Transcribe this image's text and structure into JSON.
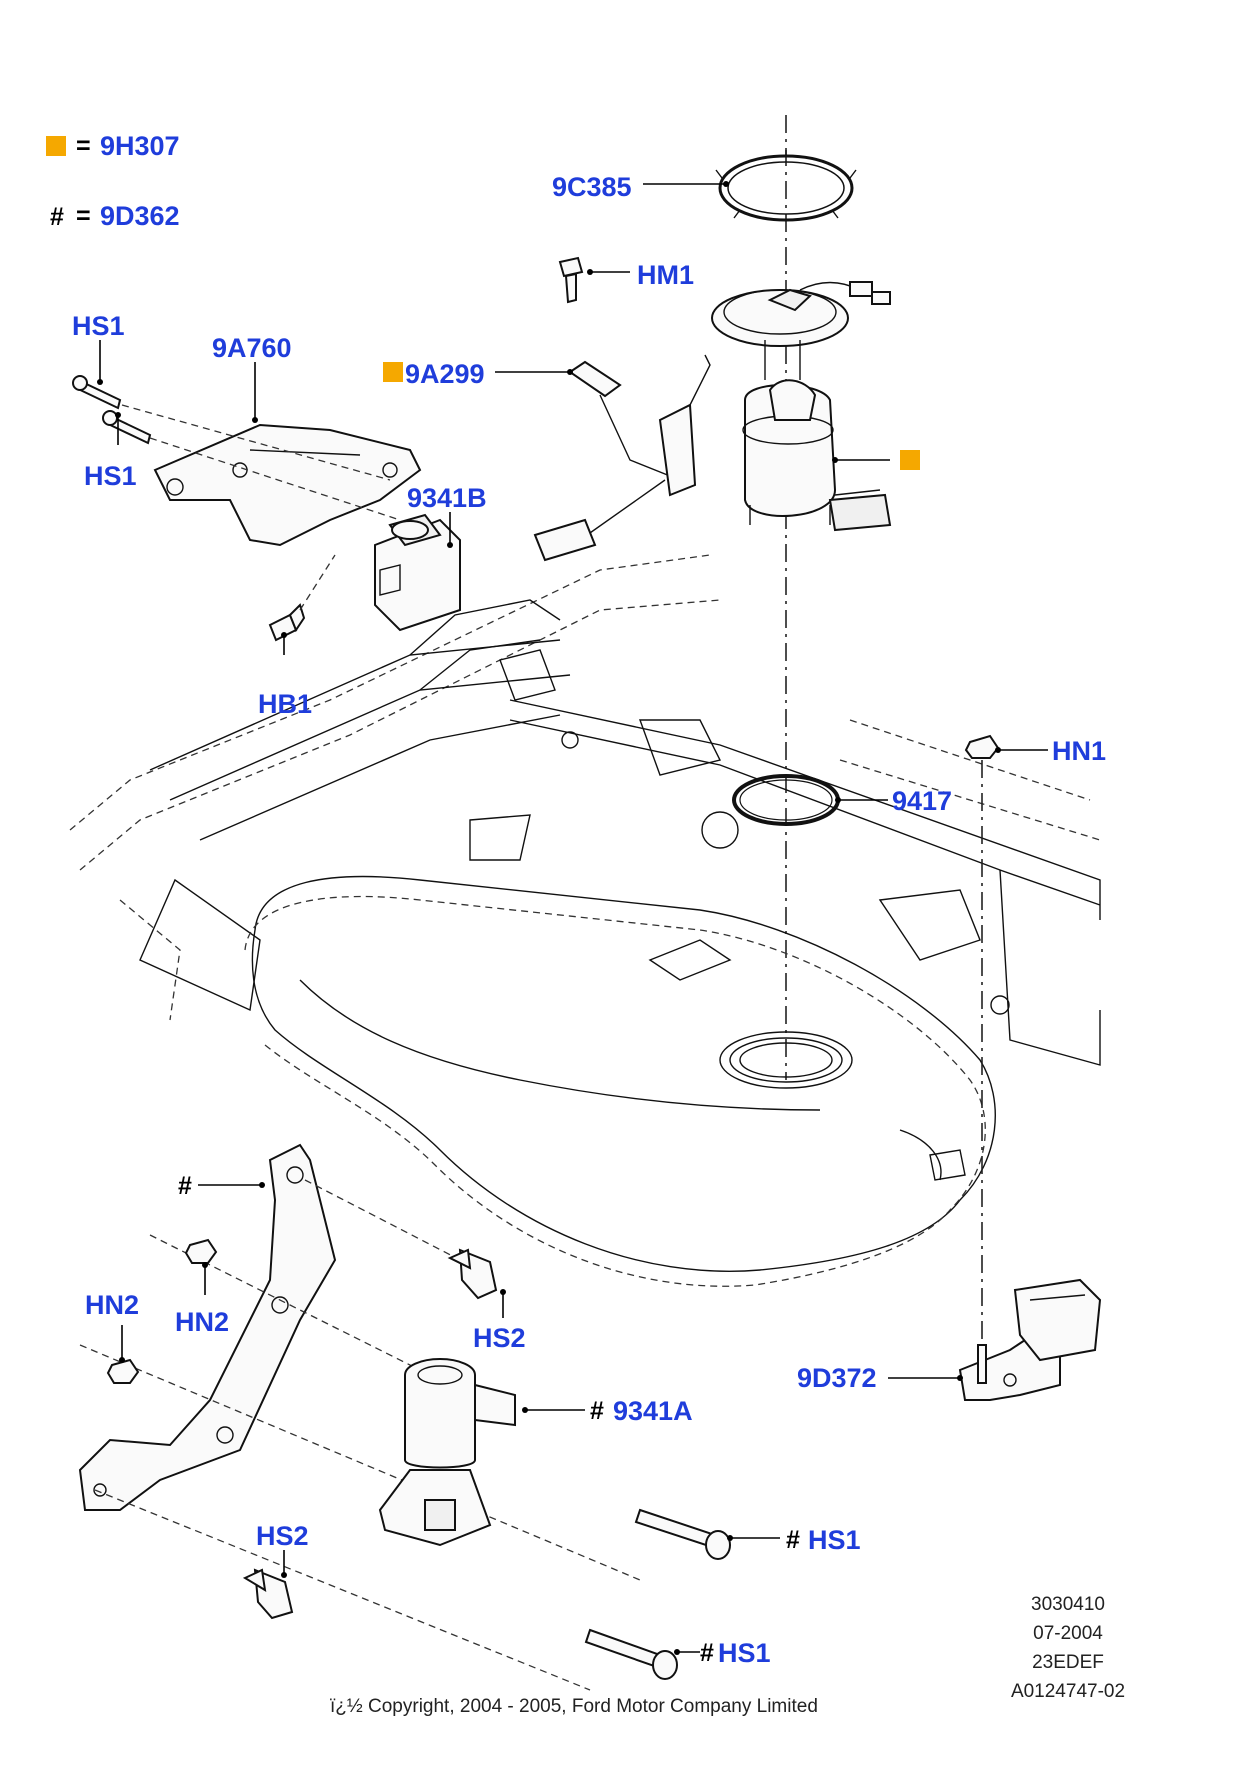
{
  "legend": {
    "square_color": "#f5a800",
    "square_equals": "=",
    "square_code": "9H307",
    "hash_symbol": "#",
    "hash_equals": "=",
    "hash_code": "9D362"
  },
  "callouts": {
    "c_9C385": "9C385",
    "c_HM1": "HM1",
    "c_HS1_top": "HS1",
    "c_9A760": "9A760",
    "c_9A299": "9A299",
    "c_HS1_left": "HS1",
    "c_9341B": "9341B",
    "c_HB1": "HB1",
    "c_HN1": "HN1",
    "c_9417": "9417",
    "c_hash_bracket": "#",
    "c_HN2_a": "HN2",
    "c_HN2_b": "HN2",
    "c_HS2_a": "HS2",
    "c_9341A_hash": "#",
    "c_9341A": "9341A",
    "c_9D372": "9D372",
    "c_HS1_mid_hash": "#",
    "c_HS1_mid": "HS1",
    "c_HS2_b": "HS2",
    "c_HS1_bot_hash": "#",
    "c_HS1_bot": "HS1"
  },
  "footer": {
    "ref_number": "3030410",
    "date": "07-2004",
    "code": "23EDEF",
    "illustration_id": "A0124747-02",
    "copyright": "ï¿½ Copyright, 2004 - 2005, Ford Motor Company Limited"
  }
}
